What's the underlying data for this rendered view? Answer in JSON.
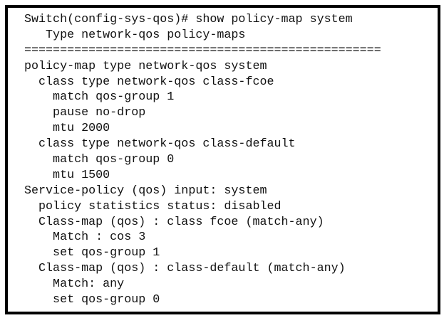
{
  "terminal": {
    "lines": [
      "Switch(config-sys-qos)# show policy-map system",
      "   Type network-qos policy-maps",
      "==================================================",
      "policy-map type network-qos system",
      "  class type network-qos class-fcoe",
      "    match qos-group 1",
      "    pause no-drop",
      "    mtu 2000",
      "  class type network-qos class-default",
      "    match qos-group 0",
      "    mtu 1500",
      "Service-policy (qos) input: system",
      "  policy statistics status: disabled",
      "  Class-map (qos) : class fcoe (match-any)",
      "    Match : cos 3",
      "    set qos-group 1",
      "  Class-map (qos) : class-default (match-any)",
      "    Match: any",
      "    set qos-group 0"
    ]
  }
}
